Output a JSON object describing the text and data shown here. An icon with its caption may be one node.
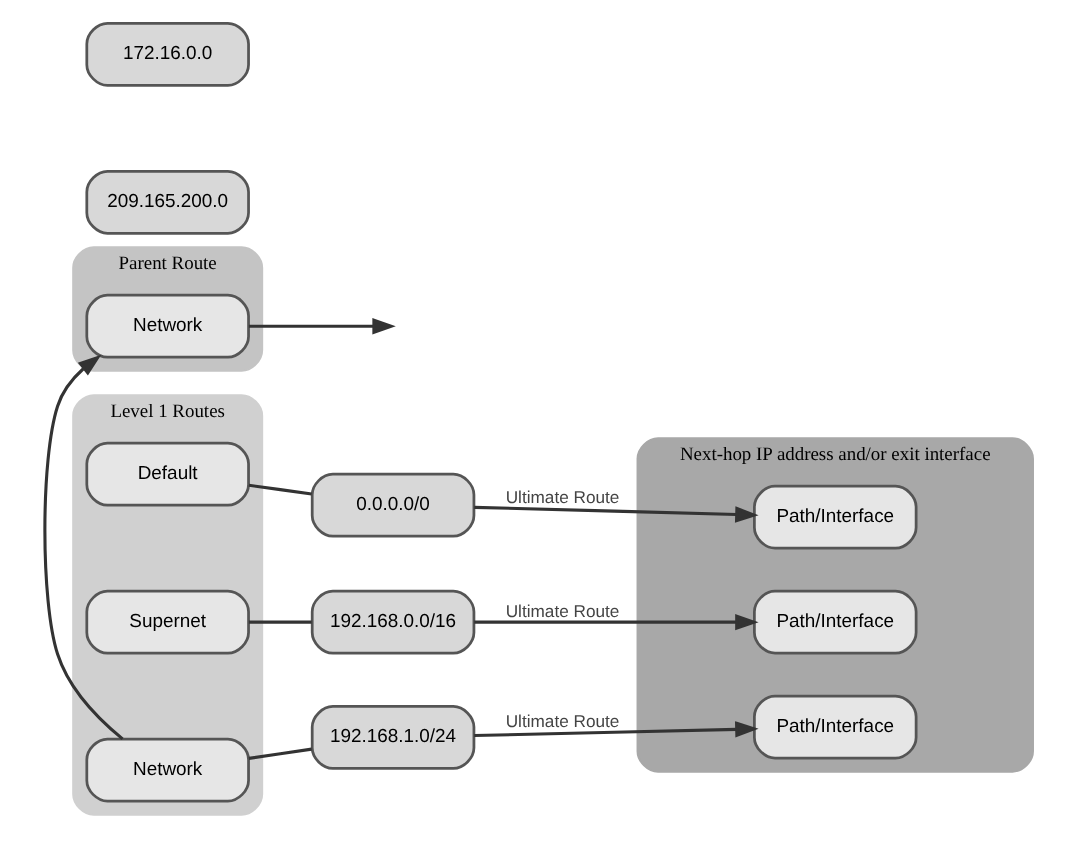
{
  "diagram": {
    "nodes": [
      {
        "text": [
          "Level 1 Routes"
        ]
      },
      {
        "text": [
          "Network"
        ],
        "in": 0
      },
      {
        "text": [
          "Supernet"
        ],
        "in": 0
      },
      {
        "text": [
          "Default"
        ],
        "in": 0
      },
      {
        "text": [
          "192.168.1.0/24"
        ]
      },
      {
        "text": [
          "192.168.0.0/16"
        ]
      },
      {
        "text": [
          "0.0.0.0/0"
        ]
      },
      {
        "text": [
          "Next-hop IP address and/or exit interface"
        ]
      },
      {
        "text": [
          "Path/Interface"
        ],
        "in": 7
      },
      {
        "text": [
          "Path/Interface"
        ],
        "in": 7
      },
      {
        "text": [
          "Path/Interface"
        ],
        "in": 7
      },
      {
        "text": [
          "Parent Route"
        ]
      },
      {
        "text": [
          "Network"
        ],
        "in": 11
      },
      {
        "text": [
          "172.16.0.0"
        ]
      },
      {
        "text": [
          "209.165.200.0"
        ]
      }
    ],
    "edges": [
      {
        "from": 1,
        "to": 4,
        "arrow": "none"
      },
      {
        "from": 2,
        "to": 5,
        "arrow": "none"
      },
      {
        "from": 3,
        "to": 6,
        "arrow": "none"
      },
      {
        "from": 4,
        "to": 8,
        "arrow": "to",
        "label": "Ultimate Route"
      },
      {
        "from": 5,
        "to": 9,
        "arrow": "to",
        "label": "Ultimate Route"
      },
      {
        "from": 6,
        "to": 10,
        "arrow": "to",
        "label": "Ultimate Route"
      },
      {
        "from": 1,
        "to": 12,
        "arrow": "to"
      },
      {
        "from": 12,
        "to": null,
        "arrow": "to"
      }
    ]
  }
}
